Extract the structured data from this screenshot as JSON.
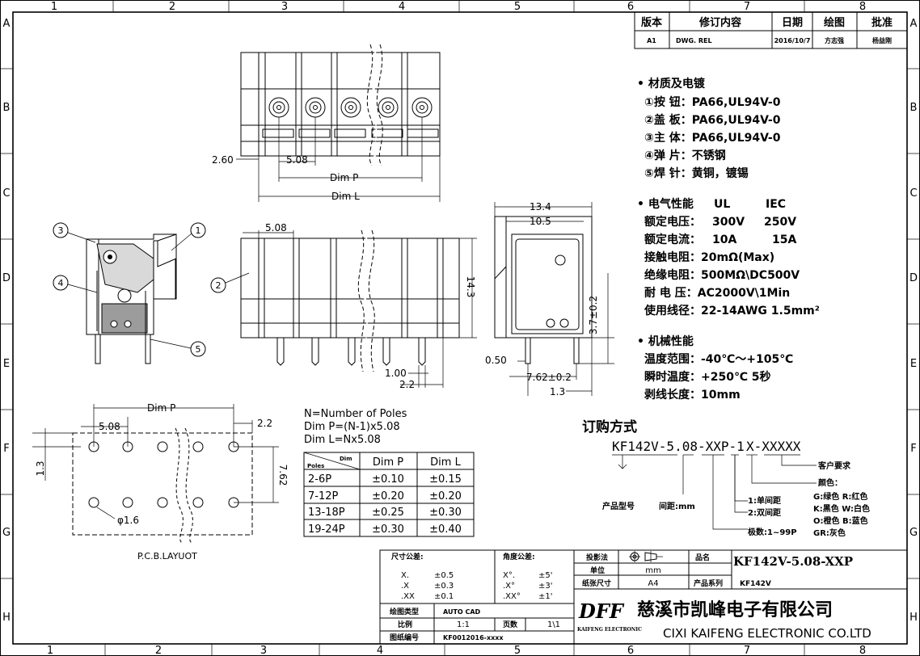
{
  "grid": {
    "cols": [
      "1",
      "2",
      "3",
      "4",
      "5",
      "6",
      "7",
      "8"
    ],
    "rows": [
      "A",
      "B",
      "C",
      "D",
      "E",
      "F",
      "G",
      "H"
    ]
  },
  "revision": {
    "headers": [
      "版本",
      "修订内容",
      "日期",
      "绘图",
      "批准"
    ],
    "row": [
      "A1",
      "DWG. REL",
      "2016/10/7",
      "方志强",
      "杨益刚"
    ]
  },
  "top_view": {
    "dim_260": "2.60",
    "dim_508": "5.08",
    "dim_p": "Dim  P",
    "dim_l": "Dim  L"
  },
  "front_view": {
    "dim_508": "5.08",
    "dim_143": "14.3",
    "dim_100": "1.00",
    "dim_22": "2.2",
    "callout2": "2"
  },
  "side_view": {
    "callouts": [
      "1",
      "3",
      "4",
      "5"
    ]
  },
  "right_view": {
    "dim_134": "13.4",
    "dim_105": "10.5",
    "dim_37": "3.7±0.2",
    "dim_050": "0.50",
    "dim_762": "7.62±0.2",
    "dim_13": "1.3"
  },
  "pcb": {
    "dim_p": "Dim  P",
    "dim_508": "5.08",
    "dim_22": "2.2",
    "dim_13": "1.3",
    "dim_762": "7.62",
    "hole": "φ1.6",
    "caption": "P.C.B.LAYUOT"
  },
  "formula": {
    "line1": "N=Number  of  Poles",
    "line2": "Dim  P=(N-1)x5.08",
    "line3": "Dim  L=Nx5.08"
  },
  "tol_table": {
    "corner_top": "Dim",
    "corner_bottom": "Poles",
    "headers": [
      "Dim  P",
      "Dim  L"
    ],
    "rows": [
      [
        "2-6P",
        "±0.10",
        "±0.15"
      ],
      [
        "7-12P",
        "±0.20",
        "±0.20"
      ],
      [
        "13-18P",
        "±0.25",
        "±0.30"
      ],
      [
        "19-24P",
        "±0.30",
        "±0.40"
      ]
    ]
  },
  "materials": {
    "title": "• 材质及电镀",
    "items": [
      "①按  钮：PA66,UL94V-0",
      "②盖  板：PA66,UL94V-0",
      "③主  体：PA66,UL94V-0",
      "④弹  片：不锈钢",
      "⑤焊  针：黄铜，镀锡"
    ]
  },
  "electrical": {
    "title": "• 电气性能",
    "std_ul": "UL",
    "std_iec": "IEC",
    "v_label": "额定电压：",
    "v_ul": "300V",
    "v_iec": "250V",
    "c_label": "额定电流：",
    "c_ul": "10A",
    "c_iec": "15A",
    "items": [
      "接触电阻：20mΩ(Max)",
      "绝缘电阻：500MΩ\\DC500V",
      "耐  电  压：AC2000V\\1Min",
      "使用线径：22-14AWG  1.5mm²"
    ]
  },
  "mechanical": {
    "title": "• 机械性能",
    "items": [
      "温度范围：-40℃～+105℃",
      "瞬时温度：+250℃  5秒",
      "剥线长度：10mm"
    ]
  },
  "ordering": {
    "title": "订购方式",
    "code1": "KF142V-5.08-XXP-1",
    "code2": "X-XXXXX",
    "customer": "客户要求",
    "color": "颜色：",
    "colors": [
      "G:绿色  R:红色",
      "K:黑色  W:白色",
      "O:橙色  B:蓝色",
      "GR:灰色"
    ],
    "opt1": "1:单间距",
    "opt2": "2:双间距",
    "series": "产品型号",
    "pitch": "间距:mm",
    "poles": "极数:1~99P"
  },
  "title_block": {
    "tol_title": "尺寸公差:",
    "ang_title": "角度公差:",
    "tols": [
      [
        "X.",
        "±0.5"
      ],
      [
        ".X",
        "±0.3"
      ],
      [
        ".XX",
        "±0.1"
      ]
    ],
    "angs": [
      [
        "X°.",
        "±5'"
      ],
      [
        ".X°",
        "±3'"
      ],
      [
        ".XX°",
        "±1'"
      ]
    ],
    "projection": "投影法",
    "unit": "单位",
    "unit_val": "mm",
    "paper": "纸张尺寸",
    "paper_val": "A4",
    "name_label": "品名",
    "name_val": "KF142V-5.08-XXP",
    "series_label": "产品系列",
    "series_val": "KF142V",
    "tool_label": "绘图类型",
    "tool_val": "AUTO CAD",
    "scale_label": "比例",
    "scale_val": "1:1",
    "page_label": "页数",
    "page_val": "1\\1",
    "dwg_label": "图纸编号",
    "dwg_val": "KF0012016-xxxx",
    "logo": "DFF",
    "logo_sub": "KAIFENG ELECTRONIC",
    "company_cn": "慈溪市凯峰电子有限公司",
    "company_en": "CIXI KAIFENG ELECTRONIC CO.LTD"
  }
}
